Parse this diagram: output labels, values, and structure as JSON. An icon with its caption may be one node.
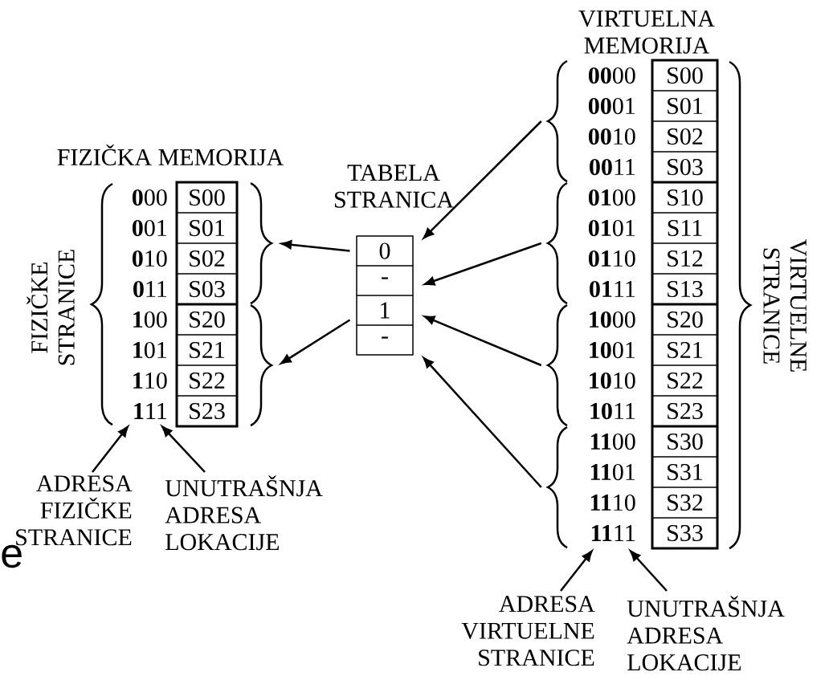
{
  "diagram": {
    "nodes": [
      {
        "text": [
          "FIZIČKA MEMORIJA"
        ]
      },
      {
        "text": [
          "S00"
        ],
        "in": 0
      },
      {
        "text": [
          "S01"
        ],
        "in": 0
      },
      {
        "text": [
          "S02"
        ],
        "in": 0
      },
      {
        "text": [
          "S03"
        ],
        "in": 0
      },
      {
        "text": [
          "S20"
        ],
        "in": 0
      },
      {
        "text": [
          "S21"
        ],
        "in": 0
      },
      {
        "text": [
          "S22"
        ],
        "in": 0
      },
      {
        "text": [
          "S23"
        ],
        "in": 0
      },
      {
        "text": [
          "TABELA STRANICA"
        ]
      },
      {
        "text": [
          "0"
        ],
        "in": 9
      },
      {
        "text": [
          "-"
        ],
        "in": 9
      },
      {
        "text": [
          "1"
        ],
        "in": 9
      },
      {
        "text": [
          "-"
        ],
        "in": 9
      },
      {
        "text": [
          "VIRTUELNA MEMORIJA"
        ]
      },
      {
        "text": [
          "S00"
        ],
        "in": 14
      },
      {
        "text": [
          "S01"
        ],
        "in": 14
      },
      {
        "text": [
          "S02"
        ],
        "in": 14
      },
      {
        "text": [
          "S03"
        ],
        "in": 14
      },
      {
        "text": [
          "S10"
        ],
        "in": 14
      },
      {
        "text": [
          "S11"
        ],
        "in": 14
      },
      {
        "text": [
          "S12"
        ],
        "in": 14
      },
      {
        "text": [
          "S13"
        ],
        "in": 14
      },
      {
        "text": [
          "S20"
        ],
        "in": 14
      },
      {
        "text": [
          "S21"
        ],
        "in": 14
      },
      {
        "text": [
          "S22"
        ],
        "in": 14
      },
      {
        "text": [
          "S23"
        ],
        "in": 14
      },
      {
        "text": [
          "S30"
        ],
        "in": 14
      },
      {
        "text": [
          "S31"
        ],
        "in": 14
      },
      {
        "text": [
          "S32"
        ],
        "in": 14
      },
      {
        "text": [
          "S33"
        ],
        "in": 14
      },
      {
        "text": [],
        "shape": "brace"
      },
      {
        "text": [],
        "shape": "brace"
      },
      {
        "text": [],
        "shape": "brace"
      },
      {
        "text": [],
        "shape": "brace"
      },
      {
        "text": [],
        "shape": "brace"
      },
      {
        "text": [],
        "shape": "brace"
      },
      {
        "text": [
          "ADRESA FIZIČKE STRANICE"
        ]
      },
      {
        "text": [
          "UNUTRAŠNJA ADRESA LOKACIJE"
        ]
      },
      {
        "text": [
          "ADRESA VIRTUELNE STRANICE"
        ]
      },
      {
        "text": [
          "UNUTRAŠNJA ADRESA LOKACIJE"
        ]
      },
      {
        "text": [
          "**1**11"
        ]
      },
      {
        "text": [
          "**11**11"
        ]
      }
    ],
    "edges": [
      {
        "from": 10,
        "to": 31,
        "arrow": "to"
      },
      {
        "from": 12,
        "to": 32,
        "arrow": "to"
      },
      {
        "from": 33,
        "to": 10,
        "arrow": "to"
      },
      {
        "from": 34,
        "to": 11,
        "arrow": "to"
      },
      {
        "from": 35,
        "to": 12,
        "arrow": "to"
      },
      {
        "from": 36,
        "to": 13,
        "arrow": "to"
      },
      {
        "from": 37,
        "to": 41,
        "arrow": "to"
      },
      {
        "from": 38,
        "to": 41,
        "arrow": "to"
      },
      {
        "from": 39,
        "to": 42,
        "arrow": "to"
      },
      {
        "from": 40,
        "to": 42,
        "arrow": "to"
      }
    ],
    "labels": [
      "FIZIČKE STRANICE",
      "**0**00",
      "**0**01",
      "**0**10",
      "**0**11",
      "**1**00",
      "**1**01",
      "**1**10",
      "**00**00",
      "**00**01",
      "**00**10",
      "**00**11",
      "**01**00",
      "**01**01",
      "**01**10",
      "**01**11",
      "**10**00",
      "**10**01",
      "**10**10",
      "**10**11",
      "**11**00",
      "**11**01",
      "**11**10",
      "VIRTUELNE STRANICE",
      "e"
    ]
  }
}
